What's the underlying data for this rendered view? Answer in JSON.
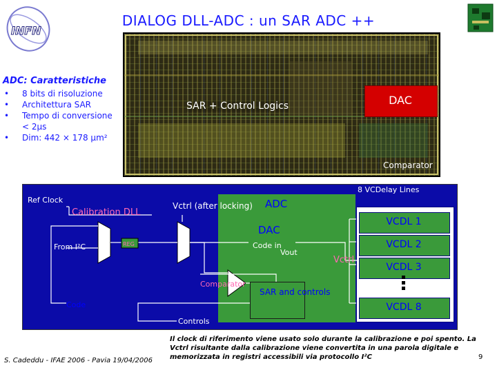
{
  "slide": {
    "title": "DIALOG DLL-ADC : un SAR ADC ++"
  },
  "logo": {
    "text": "INFN"
  },
  "chip": {
    "sar_label": "SAR + Control Logics",
    "dac_label": "DAC",
    "comparator_label": "Comparator"
  },
  "features": {
    "heading": "ADC: Caratteristiche",
    "items": [
      "8 bits di risoluzione",
      "Architettura SAR",
      "Tempo di conversione < 2μs",
      "Dim: 442 × 178 μm²"
    ]
  },
  "block_diagram": {
    "ref_clock": "Ref Clock",
    "calibration_dll": "Calibration DLL",
    "vctrl_after_locking": "Vctrl (after locking)",
    "adc": "ADC",
    "dac": "DAC",
    "code_in": "Code in",
    "vout": "Vout",
    "from_i2c": "From I²C",
    "reg": "REG",
    "comparator": "Comparator",
    "sar_and_controls": "SAR and controls",
    "code": "Code",
    "controls": "Controls",
    "vctrl": "Vctrl",
    "vcdl_title": "8 VCDelay Lines",
    "vcdl": [
      "VCDL 1",
      "VCDL 2",
      "VCDL 3",
      "VCDL 8"
    ]
  },
  "footer": {
    "author": "S. Cadeddu - IFAE 2006 - Pavia 19/04/2006",
    "note": "Il clock di riferimento viene usato solo durante la calibrazione e poi spento. La Vctrl risultante dalla calibrazione viene convertita in una parola digitale e memorizzata in registri accessibili via protocollo I²C",
    "page": "9"
  },
  "colors": {
    "title": "#1a1aff",
    "diagram_bg": "#0b0ba8",
    "block_green": "#3a9a3a",
    "dac_red": "#d40000",
    "label_blue": "#0000ff",
    "label_white": "#ffffff"
  }
}
